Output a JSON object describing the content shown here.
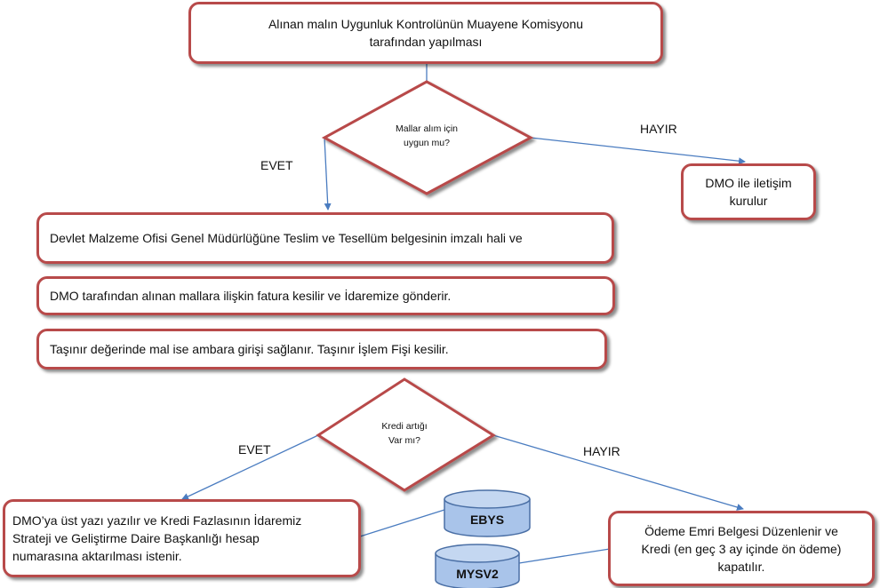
{
  "top_box": {
    "line1": "Alınan malın Uygunluk Kontrolünün Muayene Komisyonu",
    "line2": "tarafından yapılması"
  },
  "decision1": {
    "line1": "Mallar alım için",
    "line2": "uygun mu?"
  },
  "decision1_no_label": "HAYIR",
  "decision1_yes_label": "EVET",
  "dmo_contact_box": {
    "line1": "DMO ile iletişim",
    "line2": "kurulur"
  },
  "step1_box": "Devlet Malzeme Ofisi Genel Müdürlüğüne Teslim ve Tesellüm belgesinin imzalı hali ve",
  "step2_box": "DMO tarafından alınan mallara ilişkin fatura kesilir ve İdaremize  gönderir.",
  "step3_box": "Taşınır değerinde mal ise ambara girişi sağlanır. Taşınır İşlem Fişi kesilir.",
  "decision2": {
    "line1": "Kredi artığı",
    "line2": "Var mı?"
  },
  "decision2_yes_label": "EVET",
  "decision2_no_label": "HAYIR",
  "yes_result_box": {
    "line1": "DMO’ya üst yazı yazılır ve Kredi Fazlasının İdaremiz",
    "line2": "Strateji ve Geliştirme Daire Başkanlığı hesap",
    "line3": "numarasına aktarılması istenir."
  },
  "no_result_box": {
    "line1": "Ödeme Emri Belgesi Düzenlenir ve",
    "line2": "Kredi (en geç 3 ay içinde ön ödeme)",
    "line3": "kapatılır."
  },
  "db_ebys": "EBYS",
  "db_mysv2": "MYSV2",
  "colors": {
    "border": "#b84a4a",
    "arrow": "#4a7cc0",
    "cylinder_fill": "#a9c4ea",
    "cylinder_stroke": "#4a6fa5"
  }
}
